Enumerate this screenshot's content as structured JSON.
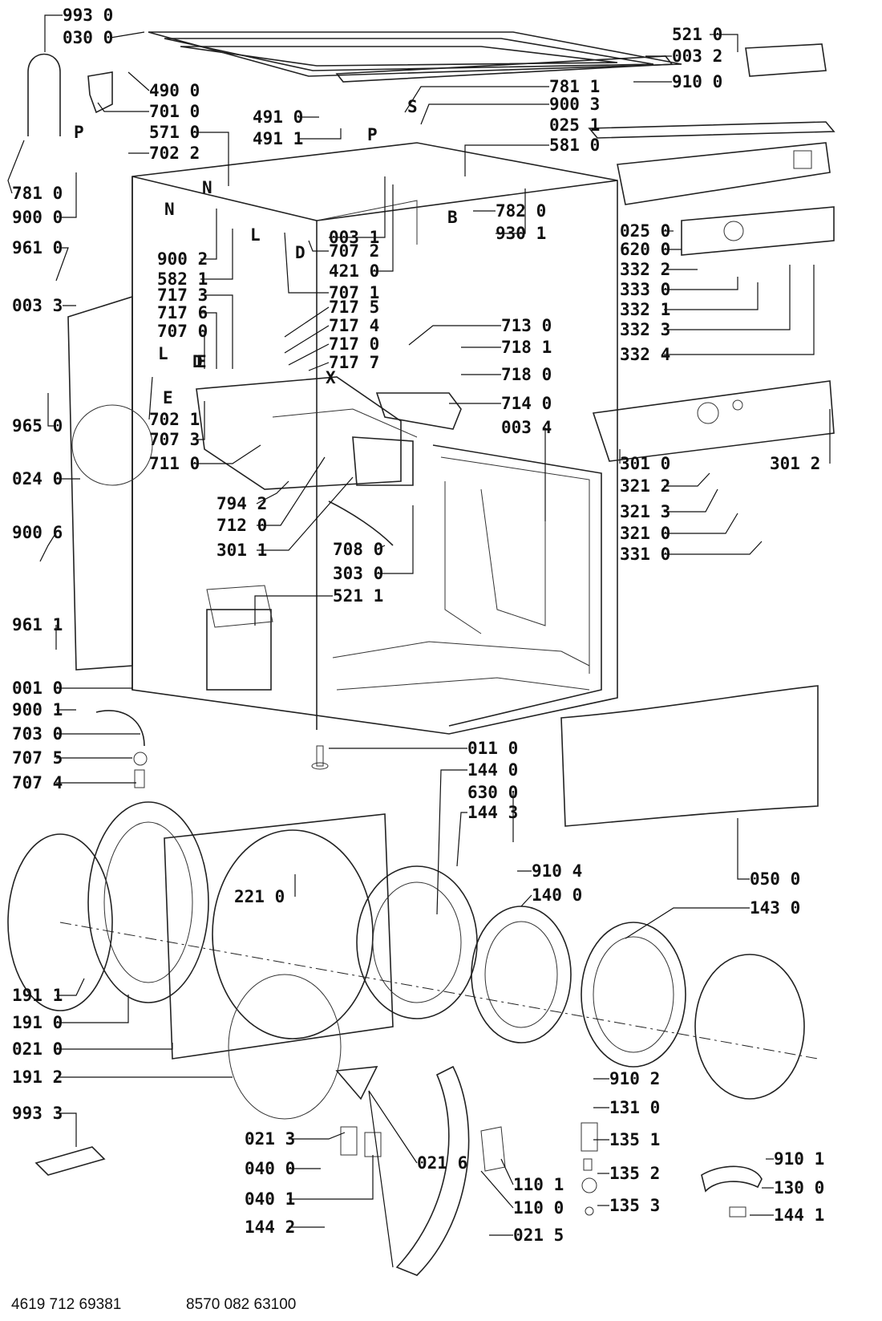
{
  "diagram": {
    "callouts": [
      {
        "id": "993_0",
        "text": "993 0"
      },
      {
        "id": "030_0",
        "text": "030 0"
      },
      {
        "id": "490_0",
        "text": "490 0"
      },
      {
        "id": "701_0",
        "text": "701 0"
      },
      {
        "id": "571_0",
        "text": "571 0"
      },
      {
        "id": "702_2",
        "text": "702 2"
      },
      {
        "id": "781_0",
        "text": "781 0"
      },
      {
        "id": "900_0",
        "text": "900 0"
      },
      {
        "id": "961_0",
        "text": "961 0"
      },
      {
        "id": "003_3",
        "text": "003 3"
      },
      {
        "id": "900_2",
        "text": "900 2"
      },
      {
        "id": "582_1",
        "text": "582 1"
      },
      {
        "id": "717_3",
        "text": "717 3"
      },
      {
        "id": "717_6",
        "text": "717 6"
      },
      {
        "id": "707_0",
        "text": "707 0"
      },
      {
        "id": "965_0",
        "text": "965 0"
      },
      {
        "id": "702_1",
        "text": "702 1"
      },
      {
        "id": "707_3",
        "text": "707 3"
      },
      {
        "id": "711_0",
        "text": "711 0"
      },
      {
        "id": "024_0",
        "text": "024 0"
      },
      {
        "id": "794_2",
        "text": "794 2"
      },
      {
        "id": "712_0",
        "text": "712 0"
      },
      {
        "id": "301_1",
        "text": "301 1"
      },
      {
        "id": "900_6",
        "text": "900 6"
      },
      {
        "id": "961_1",
        "text": "961 1"
      },
      {
        "id": "001_0",
        "text": "001 0"
      },
      {
        "id": "900_1",
        "text": "900 1"
      },
      {
        "id": "703_0",
        "text": "703 0"
      },
      {
        "id": "707_5",
        "text": "707 5"
      },
      {
        "id": "707_4",
        "text": "707 4"
      },
      {
        "id": "191_1",
        "text": "191 1"
      },
      {
        "id": "191_0",
        "text": "191 0"
      },
      {
        "id": "021_0",
        "text": "021 0"
      },
      {
        "id": "191_2",
        "text": "191 2"
      },
      {
        "id": "993_3",
        "text": "993 3"
      },
      {
        "id": "021_3",
        "text": "021 3"
      },
      {
        "id": "040_0",
        "text": "040 0"
      },
      {
        "id": "040_1",
        "text": "040 1"
      },
      {
        "id": "144_2",
        "text": "144 2"
      },
      {
        "id": "021_6",
        "text": "021 6"
      },
      {
        "id": "021_5",
        "text": "021 5"
      },
      {
        "id": "110_1",
        "text": "110 1"
      },
      {
        "id": "110_0",
        "text": "110 0"
      },
      {
        "id": "491_0",
        "text": "491 0"
      },
      {
        "id": "491_1",
        "text": "491 1"
      },
      {
        "id": "781_1",
        "text": "781 1"
      },
      {
        "id": "900_3",
        "text": "900 3"
      },
      {
        "id": "025_1",
        "text": "025 1"
      },
      {
        "id": "581_0",
        "text": "581 0"
      },
      {
        "id": "003_1",
        "text": "003 1"
      },
      {
        "id": "707_2",
        "text": "707 2"
      },
      {
        "id": "421_0",
        "text": "421 0"
      },
      {
        "id": "707_1",
        "text": "707 1"
      },
      {
        "id": "782_0",
        "text": "782 0"
      },
      {
        "id": "930_1",
        "text": "930 1"
      },
      {
        "id": "717_5",
        "text": "717 5"
      },
      {
        "id": "717_4",
        "text": "717 4"
      },
      {
        "id": "717_0",
        "text": "717 0"
      },
      {
        "id": "717_7",
        "text": "717 7"
      },
      {
        "id": "713_0",
        "text": "713 0"
      },
      {
        "id": "718_1",
        "text": "718 1"
      },
      {
        "id": "718_0",
        "text": "718 0"
      },
      {
        "id": "714_0",
        "text": "714 0"
      },
      {
        "id": "003_4",
        "text": "003 4"
      },
      {
        "id": "708_0",
        "text": "708 0"
      },
      {
        "id": "303_0",
        "text": "303 0"
      },
      {
        "id": "521_1",
        "text": "521 1"
      },
      {
        "id": "011_0",
        "text": "011 0"
      },
      {
        "id": "144_0",
        "text": "144 0"
      },
      {
        "id": "630_0",
        "text": "630 0"
      },
      {
        "id": "144_3",
        "text": "144 3"
      },
      {
        "id": "910_4",
        "text": "910 4"
      },
      {
        "id": "221_0",
        "text": "221 0"
      },
      {
        "id": "140_0",
        "text": "140 0"
      },
      {
        "id": "143_0",
        "text": "143 0"
      },
      {
        "id": "050_0",
        "text": "050 0"
      },
      {
        "id": "521_0",
        "text": "521 0"
      },
      {
        "id": "003_2",
        "text": "003 2"
      },
      {
        "id": "910_0",
        "text": "910 0"
      },
      {
        "id": "025_0",
        "text": "025 0"
      },
      {
        "id": "620_0",
        "text": "620 0"
      },
      {
        "id": "332_2",
        "text": "332 2"
      },
      {
        "id": "333_0",
        "text": "333 0"
      },
      {
        "id": "332_1",
        "text": "332 1"
      },
      {
        "id": "332_3",
        "text": "332 3"
      },
      {
        "id": "332_4",
        "text": "332 4"
      },
      {
        "id": "301_0",
        "text": "301 0"
      },
      {
        "id": "301_2",
        "text": "301 2"
      },
      {
        "id": "321_2",
        "text": "321 2"
      },
      {
        "id": "321_3",
        "text": "321 3"
      },
      {
        "id": "321_0",
        "text": "321 0"
      },
      {
        "id": "331_0",
        "text": "331 0"
      },
      {
        "id": "910_2",
        "text": "910 2"
      },
      {
        "id": "131_0",
        "text": "131 0"
      },
      {
        "id": "135_1",
        "text": "135 1"
      },
      {
        "id": "135_2",
        "text": "135 2"
      },
      {
        "id": "135_3",
        "text": "135 3"
      },
      {
        "id": "910_1",
        "text": "910 1"
      },
      {
        "id": "130_0",
        "text": "130 0"
      },
      {
        "id": "144_1",
        "text": "144 1"
      }
    ],
    "letters": {
      "P1": "P",
      "N1": "N",
      "N2": "N",
      "L1": "L",
      "D1": "D",
      "S1": "S",
      "P2": "P",
      "B1": "B",
      "E1": "E",
      "L2": "L",
      "D2": "D",
      "E2": "E",
      "X1": "X"
    },
    "footer": {
      "left_code": "4619 712 69381",
      "right_code": "8570 082 63100"
    }
  }
}
